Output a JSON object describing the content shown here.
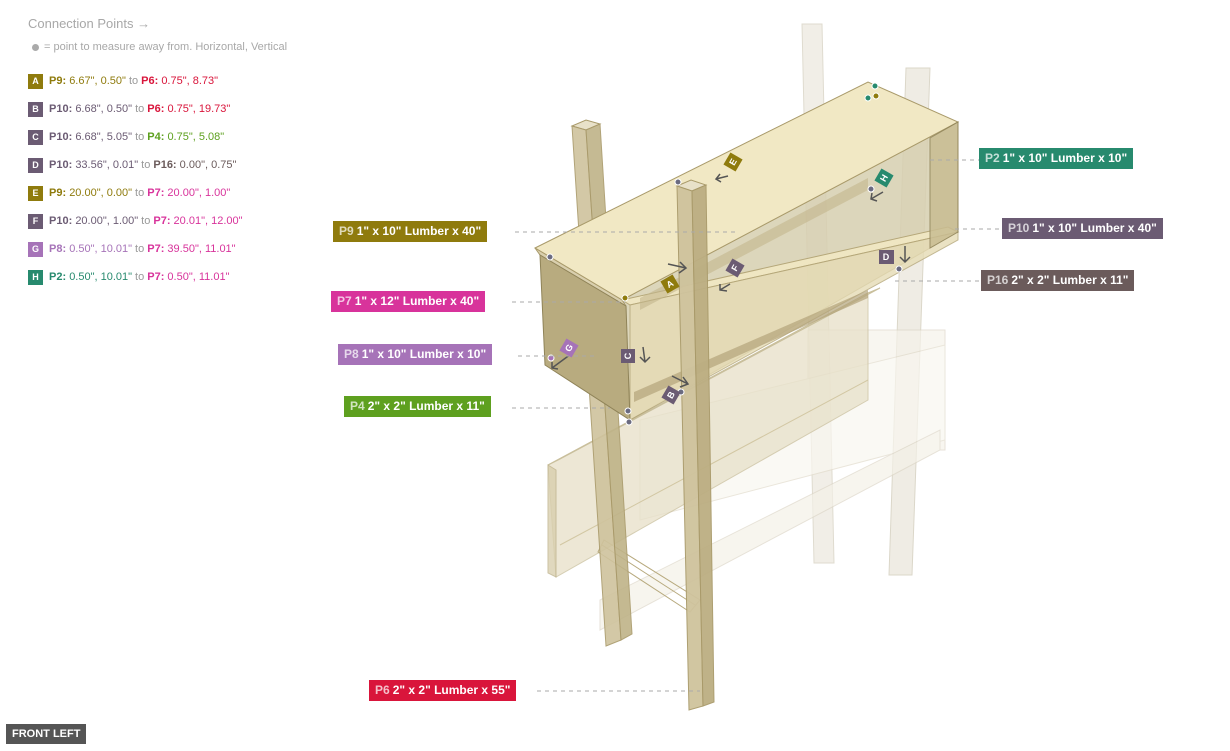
{
  "header": {
    "title": "Connection Points →",
    "legend": "= point to measure away from. Horizontal, Vertical"
  },
  "connections": [
    {
      "badge": "A",
      "color": "#8f7b0d",
      "from": "P9:",
      "from_color": "#8f7b0d",
      "from_vals": "6.67\", 0.50\"",
      "to_word": "to",
      "to": "P6:",
      "to_color": "#d9153b",
      "to_vals": "0.75\", 8.73\""
    },
    {
      "badge": "B",
      "color": "#6b5b73",
      "from": "P10:",
      "from_color": "#6b5b73",
      "from_vals": "6.68\", 0.50\"",
      "to_word": "to",
      "to": "P6:",
      "to_color": "#d9153b",
      "to_vals": "0.75\", 19.73\""
    },
    {
      "badge": "C",
      "color": "#6b5b73",
      "from": "P10:",
      "from_color": "#6b5b73",
      "from_vals": "6.68\", 5.05\"",
      "to_word": "to",
      "to": "P4:",
      "to_color": "#5ea01f",
      "to_vals": "0.75\", 5.08\""
    },
    {
      "badge": "D",
      "color": "#6b5b73",
      "from": "P10:",
      "from_color": "#6b5b73",
      "from_vals": "33.56\", 0.01\"",
      "to_word": "to",
      "to": "P16:",
      "to_color": "#6b5b5b",
      "to_vals": "0.00\", 0.75\""
    },
    {
      "badge": "E",
      "color": "#8f7b0d",
      "from": "P9:",
      "from_color": "#8f7b0d",
      "from_vals": "20.00\", 0.00\"",
      "to_word": "to",
      "to": "P7:",
      "to_color": "#d8339b",
      "to_vals": "20.00\", 1.00\""
    },
    {
      "badge": "F",
      "color": "#6b5b73",
      "from": "P10:",
      "from_color": "#6b5b73",
      "from_vals": "20.00\", 1.00\"",
      "to_word": "to",
      "to": "P7:",
      "to_color": "#d8339b",
      "to_vals": "20.01\", 12.00\""
    },
    {
      "badge": "G",
      "color": "#a673b8",
      "from": "P8:",
      "from_color": "#a673b8",
      "from_vals": "0.50\", 10.01\"",
      "to_word": "to",
      "to": "P7:",
      "to_color": "#d8339b",
      "to_vals": "39.50\", 11.01\""
    },
    {
      "badge": "H",
      "color": "#278a6e",
      "from": "P2:",
      "from_color": "#278a6e",
      "from_vals": "0.50\", 10.01\"",
      "to_word": "to",
      "to": "P7:",
      "to_color": "#d8339b",
      "to_vals": "0.50\", 11.01\""
    }
  ],
  "parts": [
    {
      "id": "P2",
      "text": "1\" x 10\" Lumber  x 10\"",
      "color": "#278a6e"
    },
    {
      "id": "P9",
      "text": "1\" x 10\" Lumber  x 40\"",
      "color": "#8f7b0d"
    },
    {
      "id": "P10",
      "text": "1\" x 10\" Lumber  x 40\"",
      "color": "#6b5b73"
    },
    {
      "id": "P16",
      "text": "2\" x 2\" Lumber x 11\"",
      "color": "#6b5b5b"
    },
    {
      "id": "P7",
      "text": "1\" x 12\" Lumber  x 40\"",
      "color": "#d8339b"
    },
    {
      "id": "P8",
      "text": "1\" x 10\" Lumber  x 10\"",
      "color": "#a673b8"
    },
    {
      "id": "P4",
      "text": "2\" x 2\" Lumber x 11\"",
      "color": "#5ea01f"
    },
    {
      "id": "P6",
      "text": "2\" x 2\" Lumber x 55\"",
      "color": "#d9153b"
    }
  ],
  "view_button": "FRONT LEFT"
}
